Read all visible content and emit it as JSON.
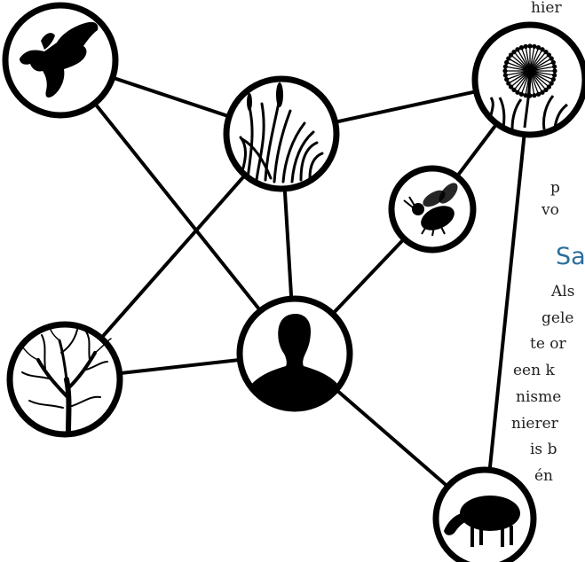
{
  "text_fragments": {
    "top": "hier",
    "p": "p",
    "vo": "vo",
    "heading": "Sa",
    "line1": "Als",
    "line2": "gele",
    "line3": "te or",
    "line4": "een k",
    "line5": "nisme",
    "line6": "nierer",
    "line7": "is b",
    "line8": "én"
  },
  "diagram": {
    "nodes": [
      {
        "id": "bird",
        "icon": "bird-icon"
      },
      {
        "id": "grass",
        "icon": "grass-icon"
      },
      {
        "id": "dandelion",
        "icon": "dandelion-icon"
      },
      {
        "id": "bee",
        "icon": "bee-icon"
      },
      {
        "id": "human",
        "icon": "person-icon"
      },
      {
        "id": "tree",
        "icon": "tree-icon"
      },
      {
        "id": "sheep",
        "icon": "sheep-icon"
      }
    ],
    "edges": [
      [
        "bird",
        "grass"
      ],
      [
        "bird",
        "human"
      ],
      [
        "grass",
        "dandelion"
      ],
      [
        "grass",
        "human"
      ],
      [
        "grass",
        "tree"
      ],
      [
        "dandelion",
        "bee"
      ],
      [
        "dandelion",
        "sheep"
      ],
      [
        "bee",
        "human"
      ],
      [
        "tree",
        "human"
      ],
      [
        "human",
        "sheep"
      ]
    ],
    "colors": {
      "stroke": "#000000",
      "fill": "#ffffff",
      "heading": "#2c6f9c"
    }
  }
}
